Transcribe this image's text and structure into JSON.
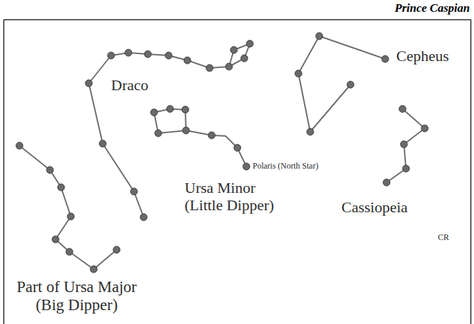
{
  "diagram": {
    "title": "Prince Caspian",
    "labels": [
      "Draco",
      "Cepheus",
      "Polaris (North Star)",
      "Ursa Minor (Little Dipper)",
      "Cassiopeia",
      "CR",
      "Part of Ursa Major (Big Dipper)"
    ]
  }
}
